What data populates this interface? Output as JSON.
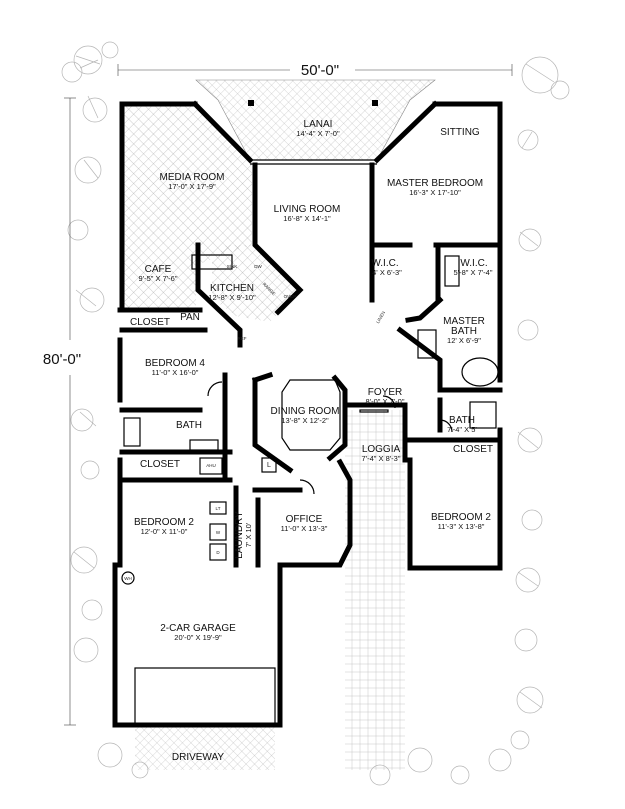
{
  "overall": {
    "width": "50'-0\"",
    "depth": "80'-0\""
  },
  "rooms": {
    "lanai": {
      "name": "LANAI",
      "size": "14'-4\" X 7'-0\""
    },
    "sitting": {
      "name": "SITTING"
    },
    "media_room": {
      "name": "MEDIA ROOM",
      "size": "17'-0\" X 17'-9\""
    },
    "living_room": {
      "name": "LIVING ROOM",
      "size": "16'-8\" X 14'-1\""
    },
    "master_bedroom": {
      "name": "MASTER BEDROOM",
      "size": "16'-3\" X 17'-10\""
    },
    "cafe": {
      "name": "CAFE",
      "size": "9'-5\" X 7'-6\""
    },
    "kitchen": {
      "name": "KITCHEN",
      "size": "12'-8\" X 9'-10\""
    },
    "wic_left": {
      "name": "W.I.C.",
      "size": "4' X 6'-3\""
    },
    "wic_right": {
      "name": "W.I.C.",
      "size": "5'-8\" X 7'-4\""
    },
    "closet_cafe": {
      "name": "CLOSET"
    },
    "pan": {
      "name": "PAN"
    },
    "master_bath": {
      "name": "MASTER",
      "name2": "BATH",
      "size": "12' X 6'-9\""
    },
    "bedroom4": {
      "name": "BEDROOM 4",
      "size": "11'-0\" X 16'-0\""
    },
    "foyer": {
      "name": "FOYER",
      "size": "8'-0\" X 7'-0\""
    },
    "dining_room": {
      "name": "DINING ROOM",
      "size": "13'-8\" X 12'-2\""
    },
    "bath_left": {
      "name": "BATH"
    },
    "bath_right": {
      "name": "BATH",
      "size": "7'-4\" X 5'"
    },
    "loggia": {
      "name": "LOGGIA",
      "size": "7'-4\" X 8'-3\""
    },
    "closet_left": {
      "name": "CLOSET"
    },
    "closet_right": {
      "name": "CLOSET"
    },
    "bedroom2_left": {
      "name": "BEDROOM 2",
      "size": "12'-0\" X 11'-0\""
    },
    "office": {
      "name": "OFFICE",
      "size": "11'-0\" X 13'-3\""
    },
    "bedroom2_right": {
      "name": "BEDROOM 2",
      "size": "11'-3\" X 13'-8\""
    },
    "laundry": {
      "name": "LAUNDRY",
      "size": "7' X 10'"
    },
    "garage": {
      "name": "2-CAR GARAGE",
      "size": "20'-0\" X 19'-9\""
    },
    "driveway": {
      "name": "DRIVEWAY"
    }
  },
  "fixtures": {
    "sink": "SINK",
    "dw": "DW",
    "ref": "REF",
    "oven": "OVEN",
    "range": "RANGE",
    "ahu": "AHU",
    "lt": "LT",
    "w": "W",
    "d": "D",
    "wh": "WH",
    "linen": "LINEN",
    "l": "L"
  },
  "colors": {
    "line": "#000000",
    "hatch": "#9a9a9a",
    "landscape": "#b5b5b5",
    "background": "#ffffff"
  }
}
